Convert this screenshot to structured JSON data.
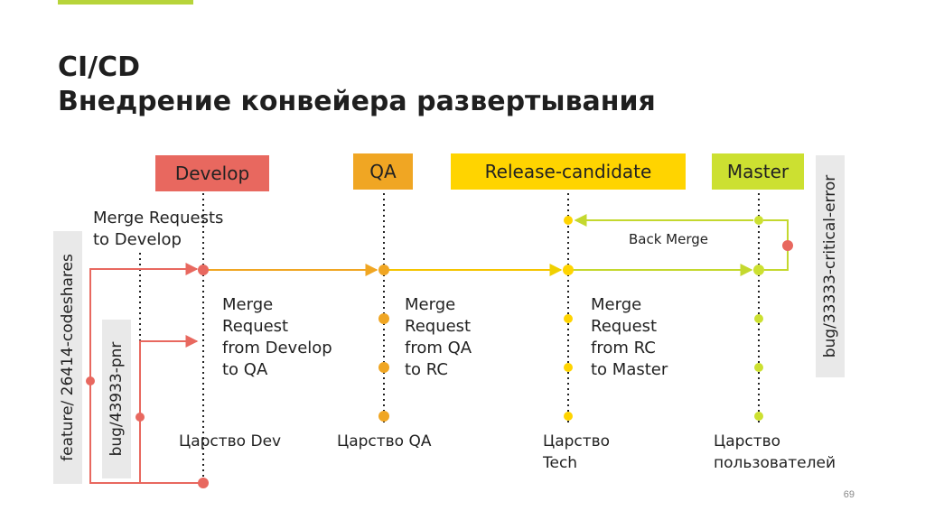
{
  "title": {
    "line1": "CI/CD",
    "line2": "Внедрение конвейера развертывания"
  },
  "branches": [
    {
      "label": "Develop",
      "color": "#e8685f"
    },
    {
      "label": "QA",
      "color": "#f0a623"
    },
    {
      "label": "Release-candidate",
      "color": "#ffd400"
    },
    {
      "label": "Master",
      "color": "#cce031"
    }
  ],
  "labels": {
    "merge_requests_dev": [
      "Merge Requests",
      "to Develop"
    ],
    "mr_dev_qa": [
      "Merge",
      "Request",
      "from Develop",
      "to QA"
    ],
    "mr_qa_rc": [
      "Merge",
      "Request",
      "from QA",
      "to RC"
    ],
    "mr_rc_master": [
      "Merge",
      "Request",
      "from RC",
      "to Master"
    ],
    "back_merge": "Back Merge"
  },
  "realms": {
    "dev": [
      "Царство Dev"
    ],
    "qa": [
      "Царство QA"
    ],
    "tech": [
      "Царство",
      "Tech"
    ],
    "users": [
      "Царство",
      "пользователей"
    ]
  },
  "side_branches": {
    "feature": "feature/ 26414-codeshares",
    "bug": "bug/43933-pnr",
    "critical": "bug/33333-critical-error"
  },
  "page_number": "69",
  "colors": {
    "red": "#e8685f",
    "orange": "#f0a623",
    "yellow": "#ffd400",
    "green": "#cce031",
    "gray_box": "#e9e9e9"
  }
}
